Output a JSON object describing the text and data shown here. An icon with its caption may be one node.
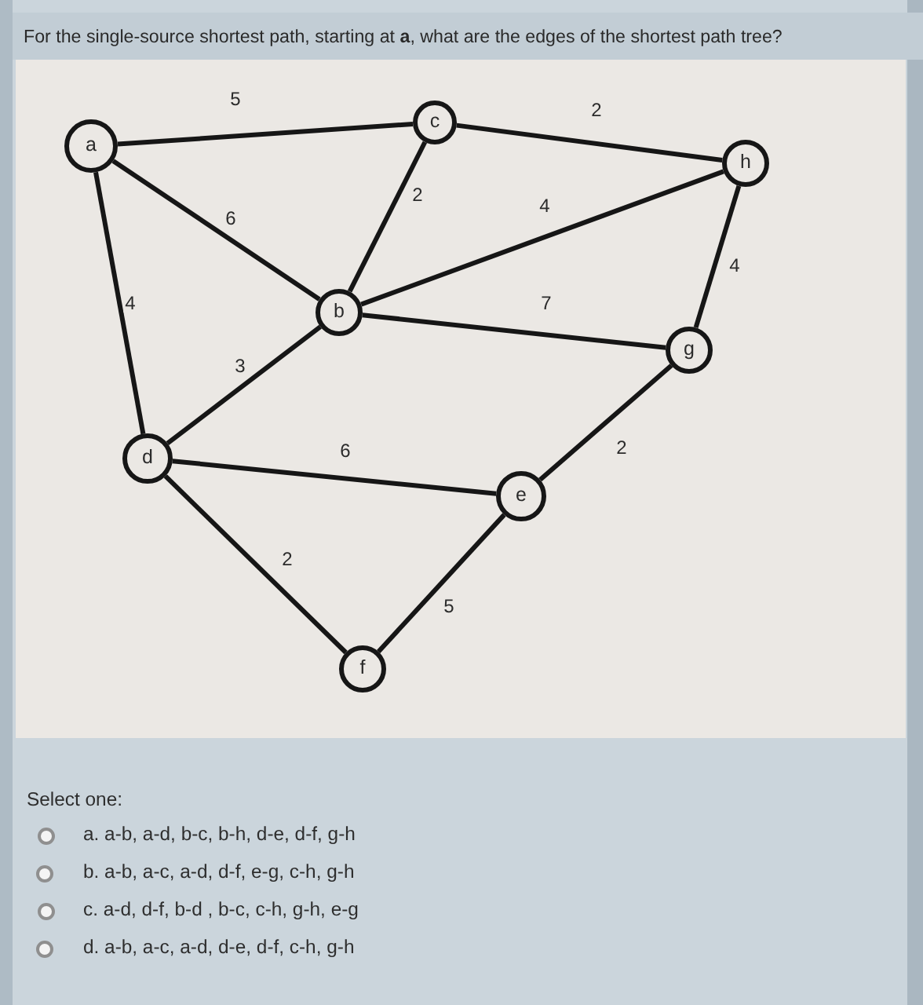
{
  "diagram": {
    "title": "For the single-source shortest path, starting at **a**, what are the edges of the shortest path tree?",
    "nodes": [
      {
        "text": [
          "a"
        ]
      },
      {
        "text": [
          "c"
        ]
      },
      {
        "text": [
          "h"
        ]
      },
      {
        "text": [
          "b"
        ]
      },
      {
        "text": [
          "g"
        ]
      },
      {
        "text": [
          "d"
        ]
      },
      {
        "text": [
          "e"
        ]
      },
      {
        "text": [
          "f"
        ]
      }
    ],
    "edges": [
      {
        "from": 0,
        "to": 1,
        "arrow": "none",
        "label": "5"
      },
      {
        "from": 1,
        "to": 2,
        "arrow": "none",
        "label": "2"
      },
      {
        "from": 0,
        "to": 3,
        "arrow": "none",
        "label": "6"
      },
      {
        "from": 1,
        "to": 3,
        "arrow": "none",
        "label": "2"
      },
      {
        "from": 3,
        "to": 2,
        "arrow": "none",
        "label": "4"
      },
      {
        "from": 0,
        "to": 5,
        "arrow": "none",
        "label": "4"
      },
      {
        "from": 3,
        "to": 4,
        "arrow": "none",
        "label": "7"
      },
      {
        "from": 2,
        "to": 4,
        "arrow": "none",
        "label": "4"
      },
      {
        "from": 5,
        "to": 3,
        "arrow": "none",
        "label": "3"
      },
      {
        "from": 5,
        "to": 6,
        "arrow": "none",
        "label": "6"
      },
      {
        "from": 4,
        "to": 6,
        "arrow": "none",
        "label": "2"
      },
      {
        "from": 5,
        "to": 7,
        "arrow": "none",
        "label": "2"
      },
      {
        "from": 7,
        "to": 6,
        "arrow": "none",
        "label": "5"
      }
    ],
    "labels": [
      "Select one:",
      "a. a-b, a-d, b-c, b-h, d-e, d-f, g-h",
      "b. a-b, a-c, a-d, d-f, e-g, c-h, g-h",
      "c. a-d, d-f, b-d , b-c, c-h, g-h, e-g",
      "d. a-b, a-c, a-d, d-e, d-f, c-h, g-h"
    ]
  }
}
